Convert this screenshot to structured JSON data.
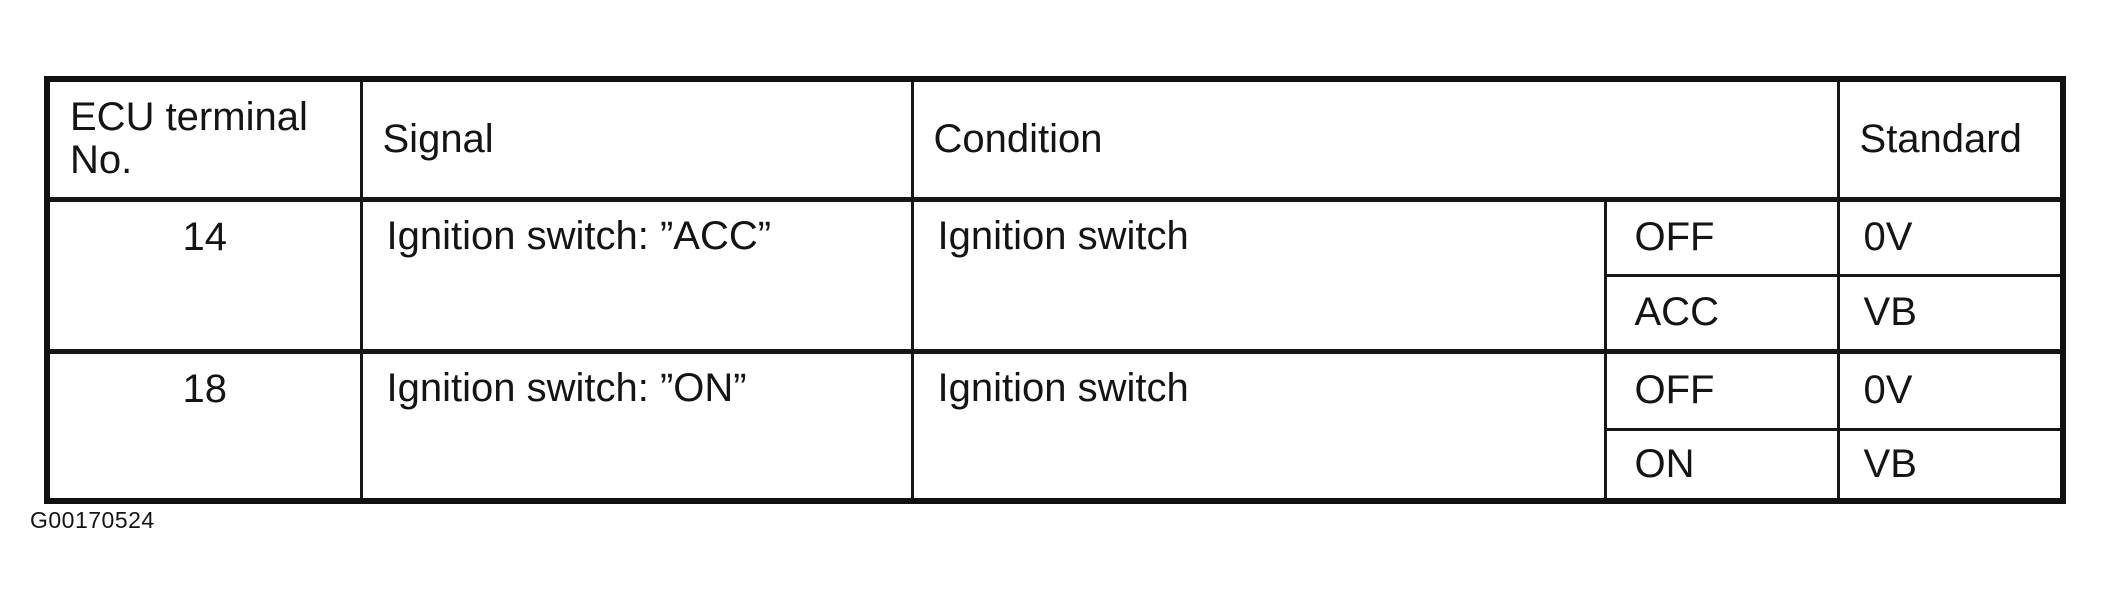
{
  "figure_label": "G00170524",
  "colors": {
    "background": "#ffffff",
    "line": "#161616",
    "text": "#141414"
  },
  "table": {
    "headers": {
      "terminal": "ECU terminal No.",
      "signal": "Signal",
      "condition": "Condition",
      "standard": "Standard"
    },
    "rows": [
      {
        "terminal": "14",
        "signal": "Ignition switch: ”ACC”",
        "condition": "Ignition switch",
        "states": [
          {
            "state": "OFF",
            "standard": "0V"
          },
          {
            "state": "ACC",
            "standard": "VB"
          }
        ]
      },
      {
        "terminal": "18",
        "signal": "Ignition switch: ”ON”",
        "condition": "Ignition switch",
        "states": [
          {
            "state": "OFF",
            "standard": "0V"
          },
          {
            "state": "ON",
            "standard": "VB"
          }
        ]
      }
    ]
  }
}
